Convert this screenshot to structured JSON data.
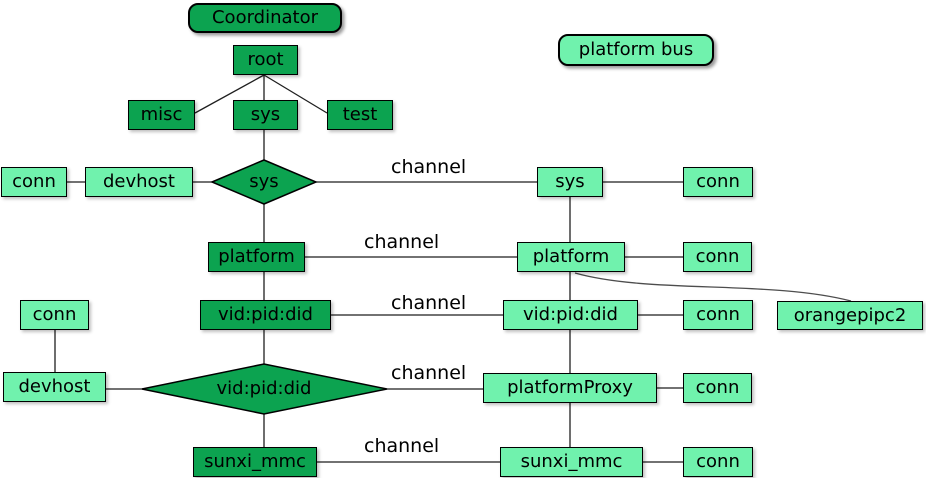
{
  "colors": {
    "dark-green": "#0ca350",
    "light-green": "#70f2ad",
    "stroke": "#000000",
    "line": "#1f1f1f",
    "curve": "#4d4d4d",
    "text": "#000000",
    "bg": "#ffffff"
  },
  "legend": {
    "coordinator": "Coordinator",
    "platform_bus": "platform bus"
  },
  "nodes": [
    {
      "id": "coordinator",
      "label": "Coordinator",
      "shape": "rounded",
      "tone": "dark"
    },
    {
      "id": "platform-bus",
      "label": "platform bus",
      "shape": "rounded",
      "tone": "light"
    },
    {
      "id": "root",
      "label": "root",
      "shape": "rect",
      "tone": "dark"
    },
    {
      "id": "misc",
      "label": "misc",
      "shape": "rect",
      "tone": "dark"
    },
    {
      "id": "sys-node",
      "label": "sys",
      "shape": "rect",
      "tone": "dark"
    },
    {
      "id": "test",
      "label": "test",
      "shape": "rect",
      "tone": "dark"
    },
    {
      "id": "conn-sys-left",
      "label": "conn",
      "shape": "rect",
      "tone": "light"
    },
    {
      "id": "devhost-sys",
      "label": "devhost",
      "shape": "rect",
      "tone": "light"
    },
    {
      "id": "sys-diamond",
      "label": "sys",
      "shape": "diamond",
      "tone": "dark"
    },
    {
      "id": "sys-remote",
      "label": "sys",
      "shape": "rect",
      "tone": "light"
    },
    {
      "id": "conn-sys-right",
      "label": "conn",
      "shape": "rect",
      "tone": "light"
    },
    {
      "id": "platform-local",
      "label": "platform",
      "shape": "rect",
      "tone": "dark"
    },
    {
      "id": "platform-remote",
      "label": "platform",
      "shape": "rect",
      "tone": "light"
    },
    {
      "id": "conn-platform",
      "label": "conn",
      "shape": "rect",
      "tone": "light"
    },
    {
      "id": "conn-vid-left",
      "label": "conn",
      "shape": "rect",
      "tone": "light"
    },
    {
      "id": "vid-local",
      "label": "vid:pid:did",
      "shape": "rect",
      "tone": "dark"
    },
    {
      "id": "vid-remote",
      "label": "vid:pid:did",
      "shape": "rect",
      "tone": "light"
    },
    {
      "id": "conn-vid-right",
      "label": "conn",
      "shape": "rect",
      "tone": "light"
    },
    {
      "id": "orangepipc2",
      "label": "orangepipc2",
      "shape": "rect",
      "tone": "light"
    },
    {
      "id": "devhost-vid",
      "label": "devhost",
      "shape": "rect",
      "tone": "light"
    },
    {
      "id": "vid-diamond",
      "label": "vid:pid:did",
      "shape": "diamond",
      "tone": "dark"
    },
    {
      "id": "platformProxy",
      "label": "platformProxy",
      "shape": "rect",
      "tone": "light"
    },
    {
      "id": "conn-proxy",
      "label": "conn",
      "shape": "rect",
      "tone": "light"
    },
    {
      "id": "sunxi-mmc-local",
      "label": "sunxi_mmc",
      "shape": "rect",
      "tone": "dark"
    },
    {
      "id": "sunxi-mmc-remote",
      "label": "sunxi_mmc",
      "shape": "rect",
      "tone": "light"
    },
    {
      "id": "conn-sunxi",
      "label": "conn",
      "shape": "rect",
      "tone": "light"
    }
  ],
  "edge_labels": [
    "channel",
    "channel",
    "channel",
    "channel",
    "channel"
  ],
  "edges": [
    {
      "from": "root",
      "to": "misc"
    },
    {
      "from": "root",
      "to": "sys-node"
    },
    {
      "from": "root",
      "to": "test"
    },
    {
      "from": "sys-node",
      "to": "sys-diamond"
    },
    {
      "from": "conn-sys-left",
      "to": "devhost-sys"
    },
    {
      "from": "devhost-sys",
      "to": "sys-diamond"
    },
    {
      "from": "sys-diamond",
      "to": "sys-remote",
      "label": "channel"
    },
    {
      "from": "sys-remote",
      "to": "conn-sys-right"
    },
    {
      "from": "sys-diamond",
      "to": "platform-local"
    },
    {
      "from": "sys-remote",
      "to": "platform-remote"
    },
    {
      "from": "platform-local",
      "to": "platform-remote",
      "label": "channel"
    },
    {
      "from": "platform-remote",
      "to": "conn-platform"
    },
    {
      "from": "platform-local",
      "to": "vid-local"
    },
    {
      "from": "platform-remote",
      "to": "vid-remote"
    },
    {
      "from": "platform-remote",
      "to": "orangepipc2"
    },
    {
      "from": "vid-local",
      "to": "vid-remote",
      "label": "channel"
    },
    {
      "from": "vid-remote",
      "to": "conn-vid-right"
    },
    {
      "from": "conn-vid-left",
      "to": "devhost-vid"
    },
    {
      "from": "vid-local",
      "to": "vid-diamond"
    },
    {
      "from": "devhost-vid",
      "to": "vid-diamond"
    },
    {
      "from": "vid-diamond",
      "to": "platformProxy",
      "label": "channel"
    },
    {
      "from": "platformProxy",
      "to": "conn-proxy"
    },
    {
      "from": "vid-diamond",
      "to": "sunxi-mmc-local"
    },
    {
      "from": "platformProxy",
      "to": "sunxi-mmc-remote"
    },
    {
      "from": "sunxi-mmc-local",
      "to": "sunxi-mmc-remote",
      "label": "channel"
    },
    {
      "from": "sunxi-mmc-remote",
      "to": "conn-sunxi"
    }
  ]
}
